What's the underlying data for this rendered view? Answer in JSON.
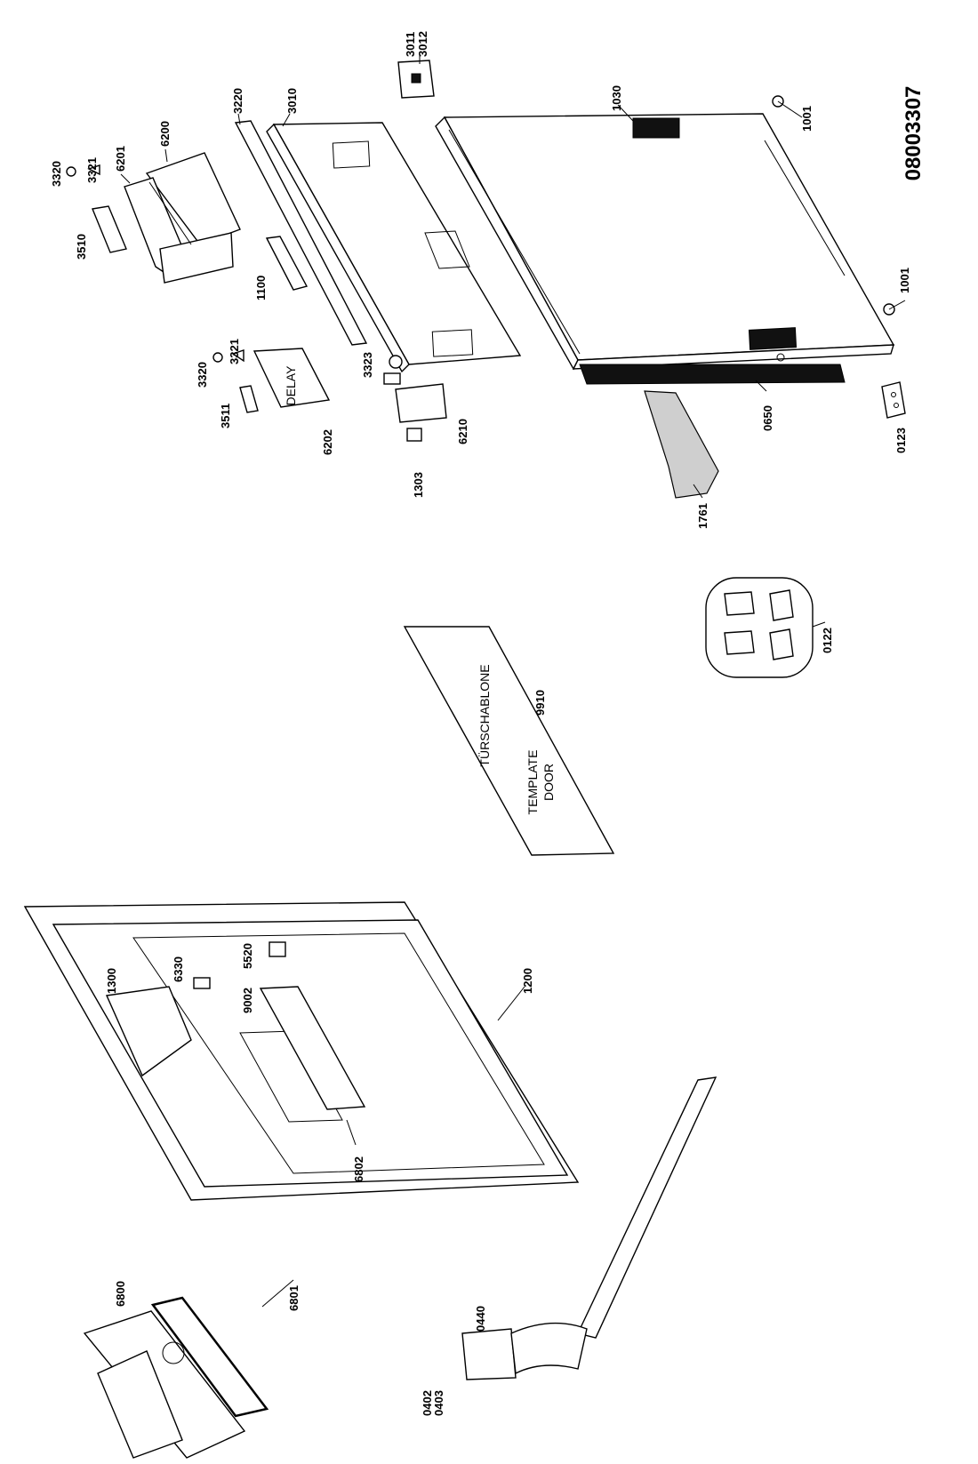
{
  "drawing_number": "08003307",
  "labels": {
    "p0122": "0122",
    "p0123": "0123",
    "p0402": "0402",
    "p0403": "0403",
    "p0440": "0440",
    "p0650": "0650",
    "p1001a": "1001",
    "p1001b": "1001",
    "p1030": "1030",
    "p1100": "1100",
    "p1200": "1200",
    "p1300": "1300",
    "p1303": "1303",
    "p1761": "1761",
    "p3010": "3010",
    "p3011": "3011",
    "p3012": "3012",
    "p3220": "3220",
    "p3320a": "3320",
    "p3320b": "3320",
    "p3321a": "3321",
    "p3321b": "3321",
    "p3323": "3323",
    "p3510": "3510",
    "p3511": "3511",
    "p5520": "5520",
    "p6200": "6200",
    "p6201": "6201",
    "p6202": "6202",
    "p6210": "6210",
    "p6330": "6330",
    "p6800": "6800",
    "p6801": "6801",
    "p6802": "6802",
    "p9002": "9002",
    "p9910": "9910"
  },
  "panel_text": {
    "delay": "DELAY",
    "template_de": "TÜRSCHABLONE",
    "template_en_1": "TEMPLATE",
    "template_en_2": "DOOR"
  }
}
